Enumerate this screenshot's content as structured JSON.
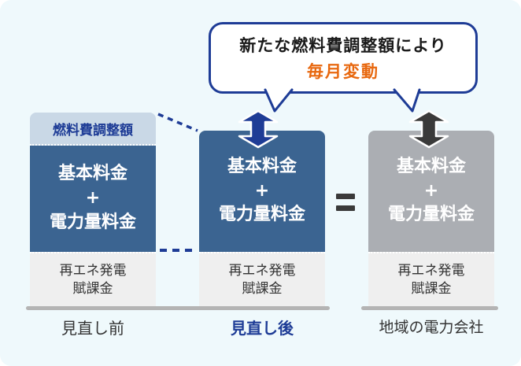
{
  "diagram_title": "electricity-fee-structure-comparison",
  "colors": {
    "background": "#eff9fc",
    "primary_blue_box": "#3b6491",
    "fuel_label_bg": "#c9d8e6",
    "navy_accent": "#1e3c96",
    "regional_gray_box": "#abaeb3",
    "surcharge_box_bg": "#efefef",
    "dark_gray": "#3a3a3a",
    "orange_accent": "#e8680f",
    "baseline_gray": "#b4b4b4",
    "body_text": "#333333"
  },
  "bubble": {
    "line1": "新たな燃料費調整額により",
    "line2": "毎月変動"
  },
  "fuel_adjustment_label": "燃料費調整額",
  "equals_sign": "=",
  "columns": {
    "before": {
      "main_line1": "基本料金",
      "main_line2": "+",
      "main_line3": "電力量料金",
      "sub_line1": "再エネ発電",
      "sub_line2": "賦課金",
      "caption": "見直し前"
    },
    "after": {
      "main_line1": "基本料金",
      "main_line2": "+",
      "main_line3": "電力量料金",
      "sub_line1": "再エネ発電",
      "sub_line2": "賦課金",
      "caption": "見直し後"
    },
    "regional": {
      "main_line1": "基本料金",
      "main_line2": "+",
      "main_line3": "電力量料金",
      "sub_line1": "再エネ発電",
      "sub_line2": "賦課金",
      "caption": "地域の電力会社"
    }
  },
  "icons": {
    "blue_arrow": "up-down-fluctuation-arrow",
    "gray_arrow": "up-down-fluctuation-arrow",
    "bubble_tails": "speech-bubble-pointers",
    "dashes": "dashed-mapping-lines"
  }
}
